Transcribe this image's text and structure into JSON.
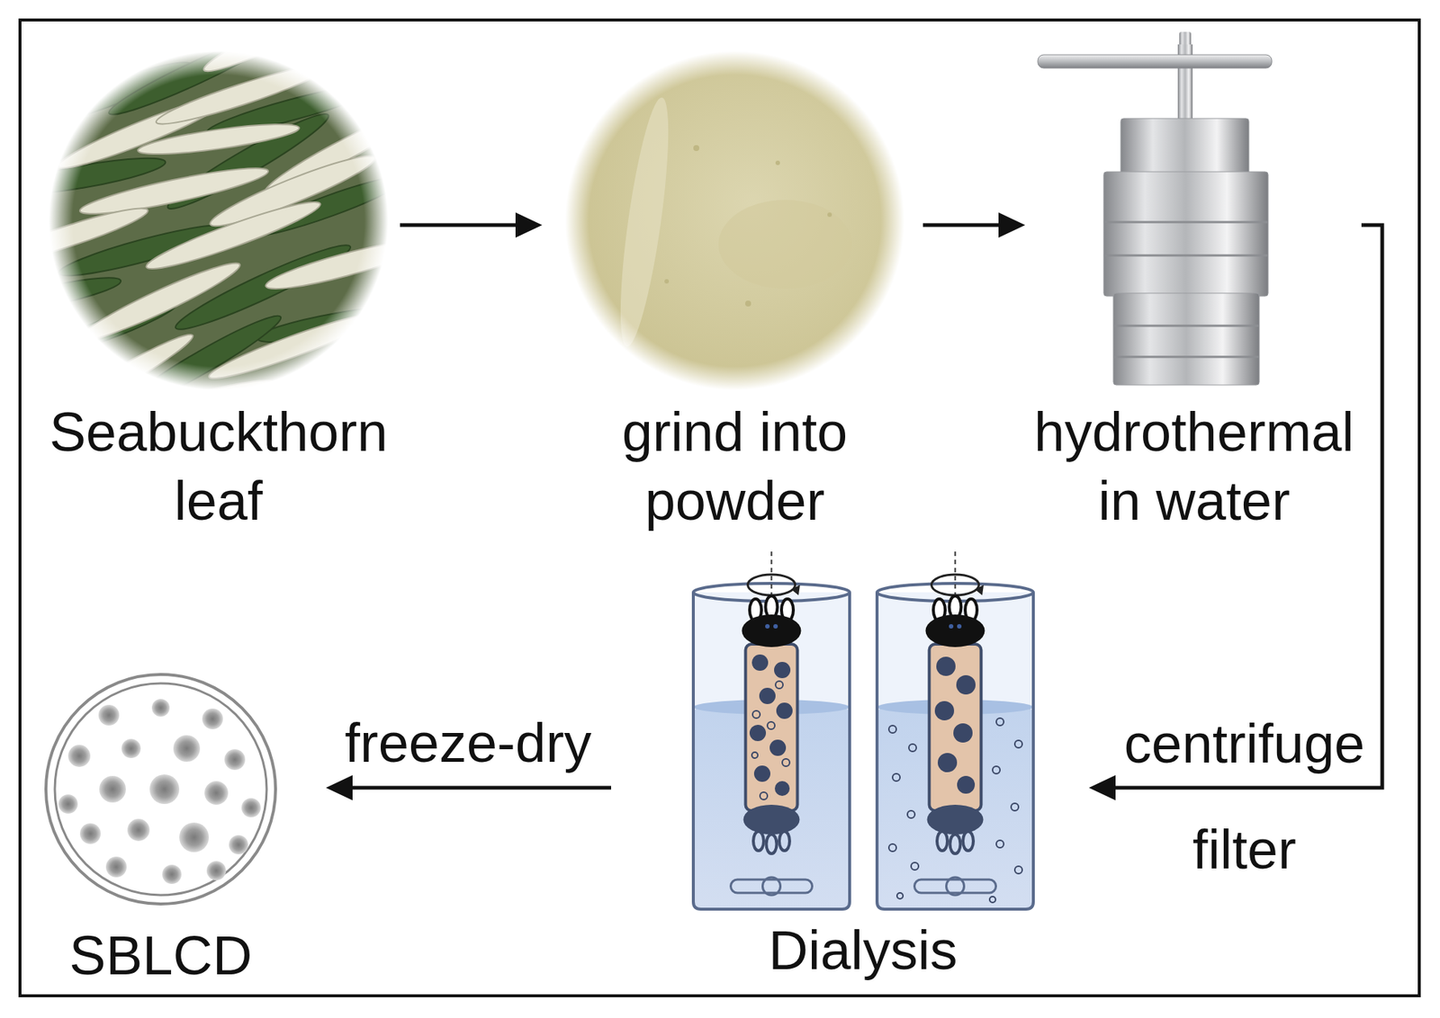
{
  "diagram": {
    "nodes": [
      {
        "text": [
          "Seabuckthorn leaf"
        ]
      },
      {
        "text": [
          "grind into powder"
        ]
      },
      {
        "text": [
          "hydrothermal in water"
        ]
      },
      {
        "text": [
          "Dialysis"
        ]
      },
      {
        "text": [
          "SBLCD"
        ]
      }
    ],
    "edges": [
      {
        "from": 0,
        "to": 1,
        "arrow": "to"
      },
      {
        "from": 1,
        "to": 2,
        "arrow": "to"
      },
      {
        "from": 2,
        "to": 3,
        "label": "centrifuge filter",
        "arrow": "to"
      },
      {
        "from": 3,
        "to": 4,
        "label": "freeze-dry",
        "arrow": "to"
      }
    ]
  }
}
